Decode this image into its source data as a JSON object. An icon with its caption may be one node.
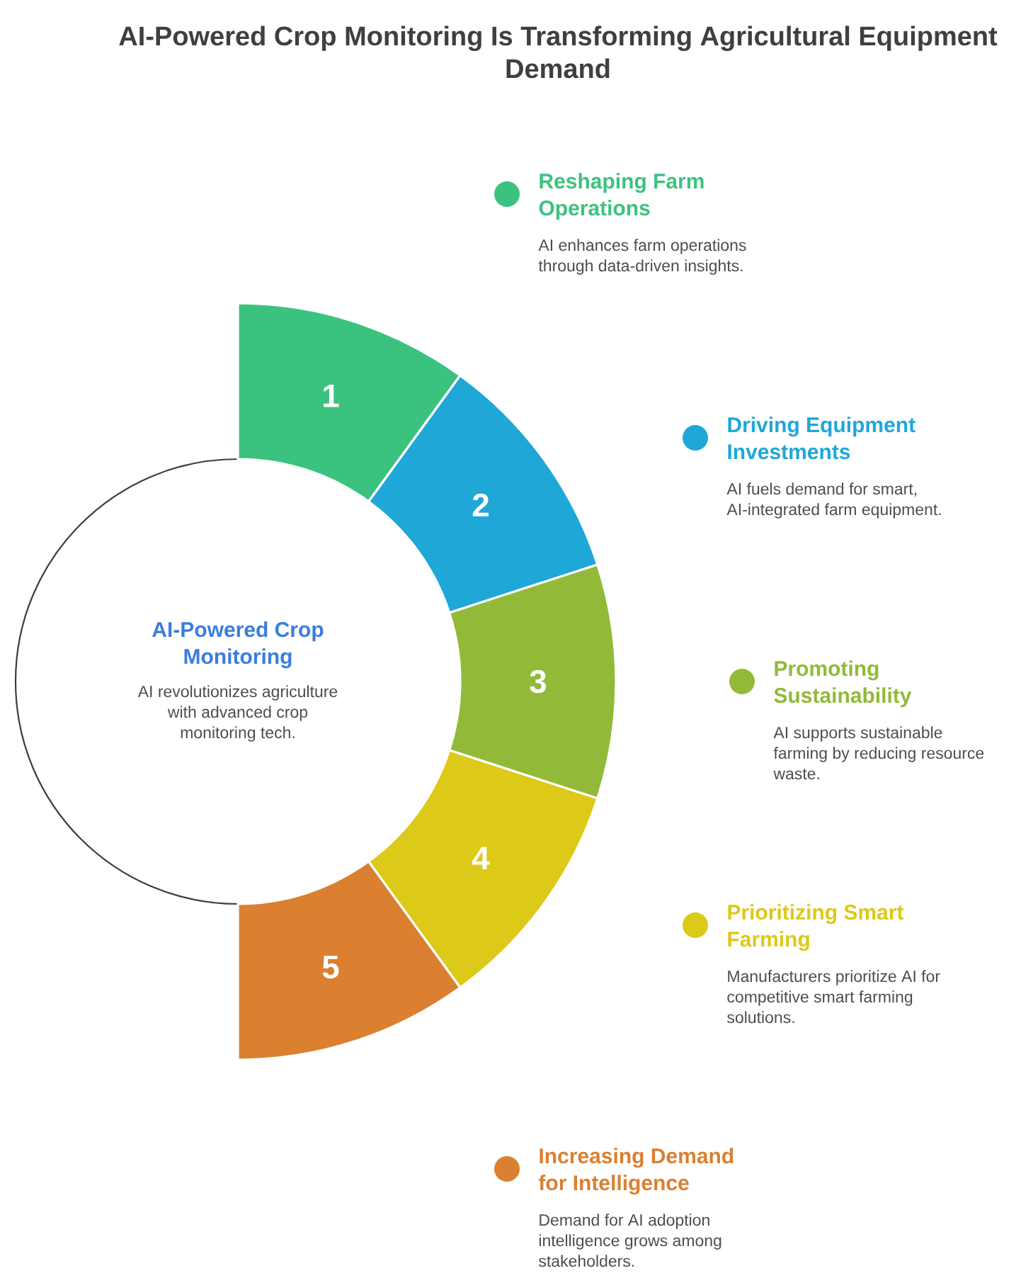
{
  "diagram": {
    "title": "AI-Powered Crop Monitoring Is Transforming Agricultural Equipment Demand",
    "nodes": [
      {
        "text": [
          "AI-Powered Crop Monitoring",
          "AI revolutionizes agriculture with advanced crop monitoring tech."
        ]
      },
      {
        "text": [
          "1"
        ]
      },
      {
        "text": [
          "2"
        ]
      },
      {
        "text": [
          "3"
        ]
      },
      {
        "text": [
          "4"
        ]
      },
      {
        "text": [
          "5"
        ]
      }
    ],
    "labels": [
      "Reshaping Farm Operations",
      "AI enhances farm operations through data-driven insights.",
      "Driving Equipment Investments",
      "AI fuels demand for smart, AI-integrated farm equipment.",
      "Promoting Sustainability",
      "AI supports sustainable farming by reducing resource waste.",
      "Prioritizing Smart Farming",
      "Manufacturers prioritize AI for competitive smart farming solutions.",
      "Increasing Demand for Intelligence",
      "Demand for AI adoption intelligence grows among stakeholders."
    ]
  }
}
